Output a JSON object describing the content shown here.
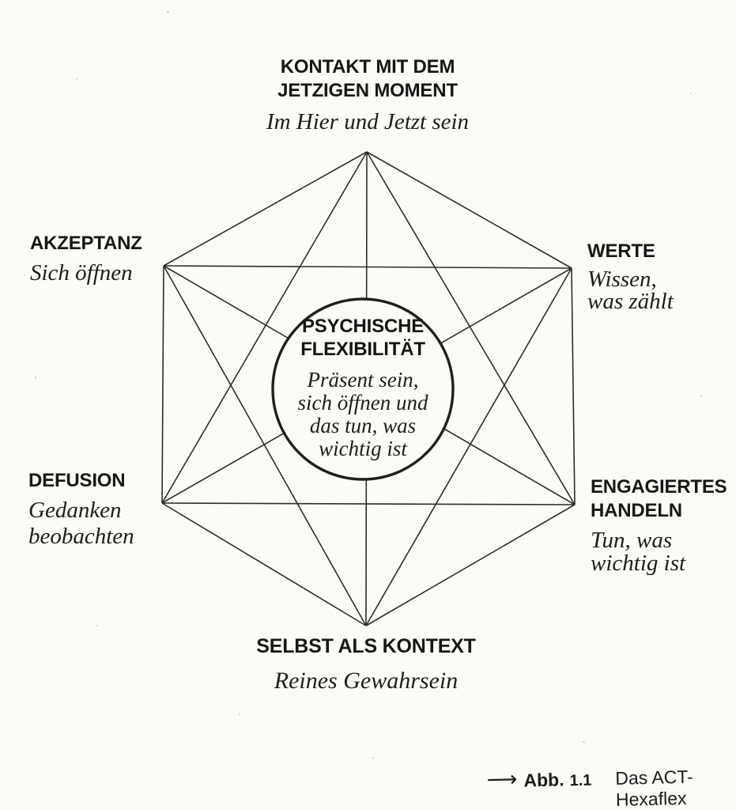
{
  "figure": {
    "center": {
      "title": "PSYCHISCHE\nFLEXIBILITÄT",
      "subtitle": "Präsent sein,\nsich öffnen und\ndas tun, was\nwichtig ist"
    },
    "nodes": [
      {
        "id": "kontakt",
        "title": "KONTAKT MIT DEM\nJETZIGEN MOMENT",
        "subtitle": "Im Hier und Jetzt sein"
      },
      {
        "id": "werte",
        "title": "WERTE",
        "subtitle": "Wissen,\nwas zählt"
      },
      {
        "id": "engagiertes-handeln",
        "title": "ENGAGIERTES\nHANDELN",
        "subtitle": "Tun, was\nwichtig ist"
      },
      {
        "id": "selbst-als-kontext",
        "title": "SELBST ALS KONTEXT",
        "subtitle": "Reines Gewahrsein"
      },
      {
        "id": "defusion",
        "title": "DEFUSION",
        "subtitle": "Gedanken\nbeobachten"
      },
      {
        "id": "akzeptanz",
        "title": "AKZEPTANZ",
        "subtitle": "Sich öffnen"
      }
    ],
    "caption": {
      "arrow": "⟶",
      "label": "Abb.",
      "number": "1.1",
      "text": "Das ACT-Hexaflex"
    },
    "colors": {
      "ink": "#1b1b19",
      "line": "#2d2d2b",
      "paper": "#fbfbf8"
    }
  }
}
